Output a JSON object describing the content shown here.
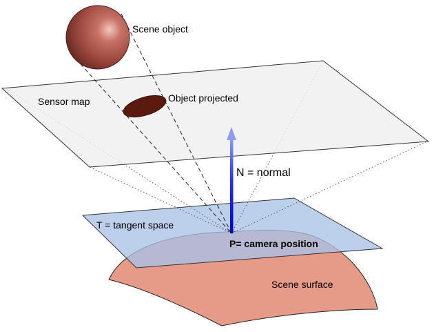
{
  "labels": {
    "scene_object": "Scene object",
    "sensor_map": "Sensor map",
    "object_projected": "Object projected",
    "normal": "N = normal",
    "tangent_space": "T = tangent space",
    "camera_position": "P= camera position",
    "scene_surface": "Scene surface"
  },
  "colors": {
    "sphere": "#b4544a",
    "sensor_plane": "#f2f2f2",
    "tangent_plane": "#a9c1e6",
    "scene_surface": "#e59b87",
    "projection": "#5b1a0e",
    "normal_arrow": "#0000dd"
  }
}
